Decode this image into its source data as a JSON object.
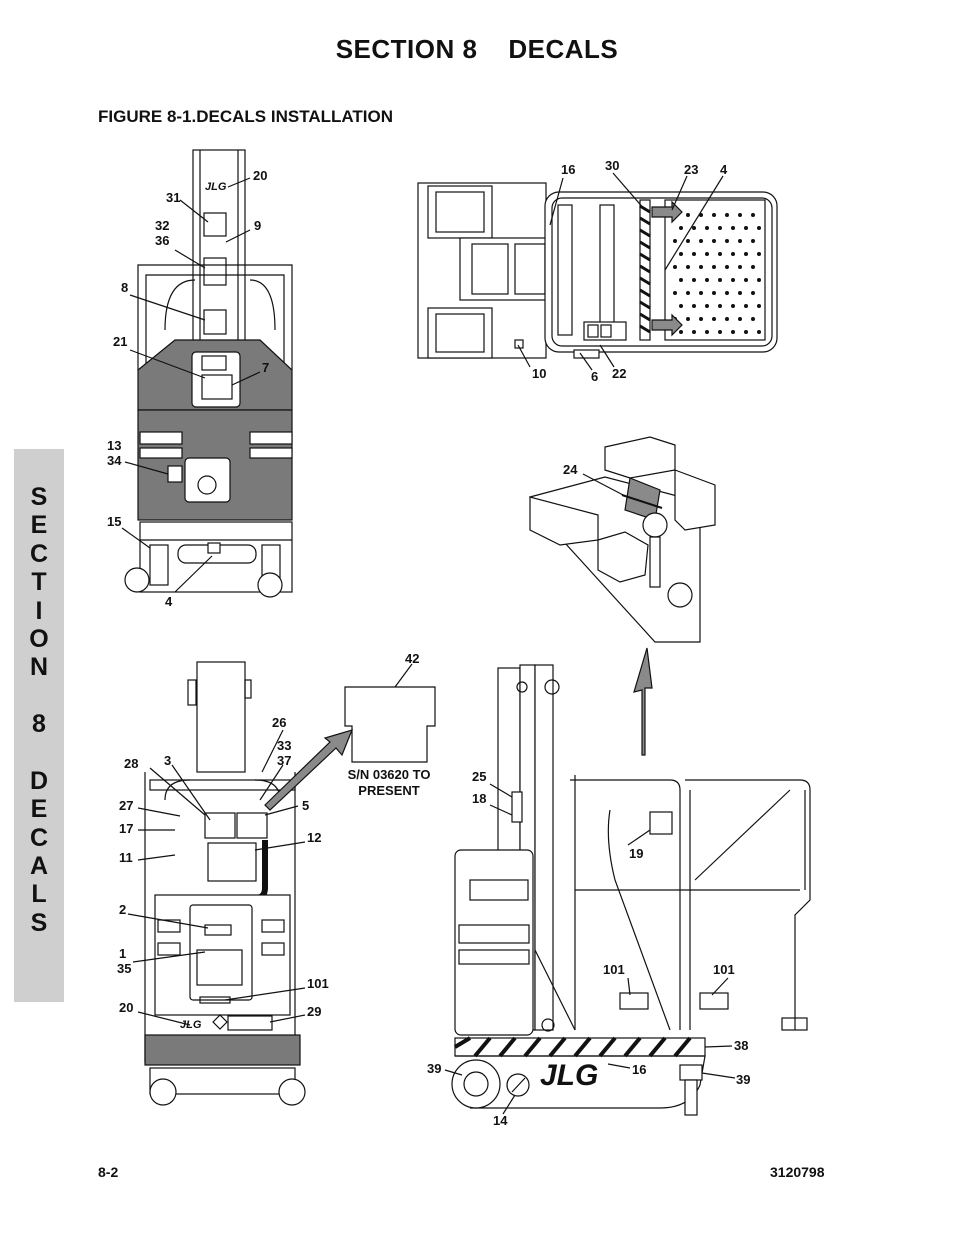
{
  "header": {
    "section_title": "SECTION 8    DECALS",
    "figure_title": "FIGURE 8-1.DECALS INSTALLATION"
  },
  "side_tab": {
    "letters": [
      "S",
      "E",
      "C",
      "T",
      "I",
      "O",
      "N",
      "",
      "8",
      "",
      "D",
      "E",
      "C",
      "A",
      "L",
      "S"
    ]
  },
  "footer": {
    "page_number": "8-2",
    "doc_number": "3120798"
  },
  "logo_text": "JLG",
  "sn_note": {
    "line1": "S/N 03620 TO",
    "line2": "PRESENT"
  },
  "callouts": {
    "front_view": [
      "20",
      "31",
      "32",
      "36",
      "9",
      "8",
      "21",
      "7",
      "13",
      "34",
      "15",
      "4"
    ],
    "top_view": [
      "16",
      "30",
      "23",
      "4",
      "10",
      "6",
      "22"
    ],
    "controller_view": [
      "24"
    ],
    "rear_view": [
      "26",
      "33",
      "37",
      "28",
      "3",
      "27",
      "5",
      "17",
      "12",
      "11",
      "2",
      "1",
      "35",
      "101",
      "20",
      "29"
    ],
    "side_view": [
      "42",
      "25",
      "18",
      "19",
      "101",
      "101",
      "38",
      "39",
      "16",
      "39",
      "14"
    ]
  }
}
